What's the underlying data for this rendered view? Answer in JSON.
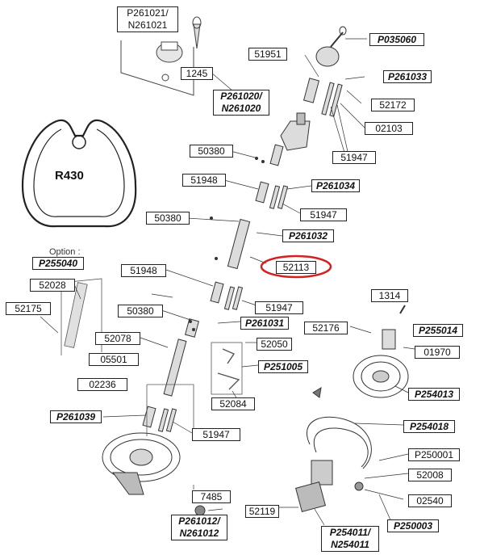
{
  "profile": {
    "label": "R430"
  },
  "option": {
    "label": "Option :"
  },
  "labels": [
    {
      "text": "P261021/\nN261021",
      "kind": "part"
    },
    {
      "text": "1245",
      "kind": "part"
    },
    {
      "text": "P035060",
      "kind": "ref"
    },
    {
      "text": "51951",
      "kind": "part"
    },
    {
      "text": "P261033",
      "kind": "ref"
    },
    {
      "text": "52172",
      "kind": "part"
    },
    {
      "text": "P261020/\nN261020",
      "kind": "ref"
    },
    {
      "text": "02103",
      "kind": "part"
    },
    {
      "text": "50380",
      "kind": "part"
    },
    {
      "text": "51947",
      "kind": "part"
    },
    {
      "text": "51948",
      "kind": "part"
    },
    {
      "text": "P261034",
      "kind": "ref"
    },
    {
      "text": "51947",
      "kind": "part"
    },
    {
      "text": "50380",
      "kind": "part"
    },
    {
      "text": "P261032",
      "kind": "ref"
    },
    {
      "text": "P255040",
      "kind": "ref"
    },
    {
      "text": "52113",
      "kind": "part"
    },
    {
      "text": "52028",
      "kind": "part"
    },
    {
      "text": "51948",
      "kind": "part"
    },
    {
      "text": "52175",
      "kind": "part"
    },
    {
      "text": "1314",
      "kind": "part"
    },
    {
      "text": "51947",
      "kind": "part"
    },
    {
      "text": "50380",
      "kind": "part"
    },
    {
      "text": "P261031",
      "kind": "ref"
    },
    {
      "text": "52176",
      "kind": "part"
    },
    {
      "text": "P255014",
      "kind": "ref"
    },
    {
      "text": "52078",
      "kind": "part"
    },
    {
      "text": "52050",
      "kind": "part"
    },
    {
      "text": "01970",
      "kind": "part"
    },
    {
      "text": "05501",
      "kind": "part"
    },
    {
      "text": "P251005",
      "kind": "ref"
    },
    {
      "text": "02236",
      "kind": "part"
    },
    {
      "text": "P254013",
      "kind": "ref"
    },
    {
      "text": "52084",
      "kind": "part"
    },
    {
      "text": "P261039",
      "kind": "ref"
    },
    {
      "text": "P254018",
      "kind": "ref"
    },
    {
      "text": "51947",
      "kind": "part"
    },
    {
      "text": "P250001",
      "kind": "part"
    },
    {
      "text": "52008",
      "kind": "part"
    },
    {
      "text": "7485",
      "kind": "part"
    },
    {
      "text": "02540",
      "kind": "part"
    },
    {
      "text": "52119",
      "kind": "part"
    },
    {
      "text": "P261012/\nN261012",
      "kind": "ref"
    },
    {
      "text": "P250003",
      "kind": "ref"
    },
    {
      "text": "P254011/\nN254011",
      "kind": "ref"
    }
  ],
  "highlight": {
    "target": "52113",
    "color": "#d42020"
  },
  "colors": {
    "line": "#333333",
    "part": "#cfcfcf",
    "dark": "#555555"
  }
}
